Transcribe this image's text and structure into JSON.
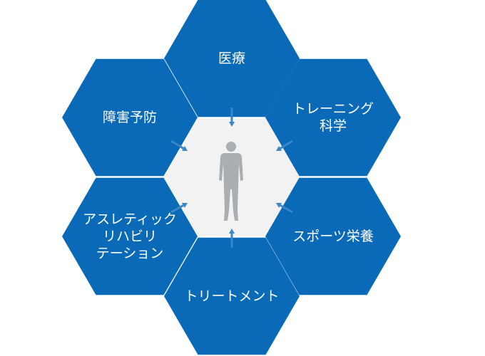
{
  "colors": {
    "hex_fill": "#0a6ab8",
    "center_fill": "#f2f2f2",
    "arrow": "#3a86c8",
    "figure": "#a9aeb3",
    "label_text": "#ffffff"
  },
  "center": {
    "icon": "person-silhouette-icon"
  },
  "hexagons": [
    {
      "id": "medical",
      "lines": [
        "医療"
      ]
    },
    {
      "id": "training-science",
      "lines": [
        "トレーニング",
        "科学"
      ]
    },
    {
      "id": "sports-nutrition",
      "lines": [
        "スポーツ栄養"
      ]
    },
    {
      "id": "treatment",
      "lines": [
        "トリートメント"
      ]
    },
    {
      "id": "athletic-rehab",
      "lines": [
        "アスレティック",
        "リハビリ",
        "テーション"
      ]
    },
    {
      "id": "injury-prevention",
      "lines": [
        "障害予防"
      ]
    }
  ]
}
